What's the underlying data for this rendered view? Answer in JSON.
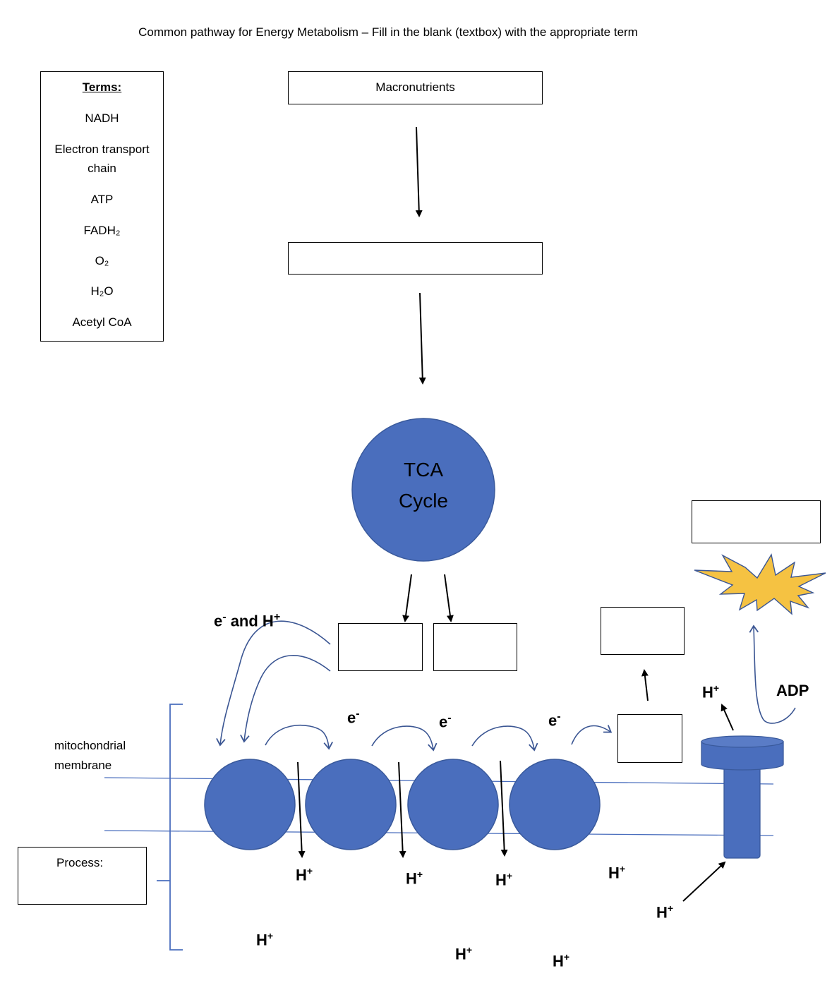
{
  "title": "Common pathway for Energy Metabolism – Fill in the blank (textbox) with the appropriate term",
  "terms": {
    "heading": "Terms:",
    "items": [
      "NADH",
      "Electron transport chain",
      "ATP",
      "FADH₂",
      "O₂",
      "H₂O",
      "Acetyl CoA"
    ]
  },
  "flow": {
    "macronutrients": "Macronutrients",
    "blank_1": "",
    "tca_line1": "TCA",
    "tca_line2": "Cycle"
  },
  "membrane": {
    "label_line1": "mitochondrial",
    "label_line2": "membrane",
    "process_label": "Process:"
  },
  "annotations": {
    "e_and_h": "e",
    "e_and_h_sup": "-",
    "e_and_h_rest": " and H",
    "e_and_h_rest_sup": "+",
    "electron": "e",
    "electron_sup": "-",
    "proton": "H",
    "proton_sup": "+",
    "adp": "ADP"
  },
  "colors": {
    "protein_fill": "#4a6ebd",
    "protein_stroke": "#3a5a9c",
    "arrow_blue": "#3b5693",
    "burst_fill": "#f5c242",
    "burst_stroke": "#3b5693"
  }
}
